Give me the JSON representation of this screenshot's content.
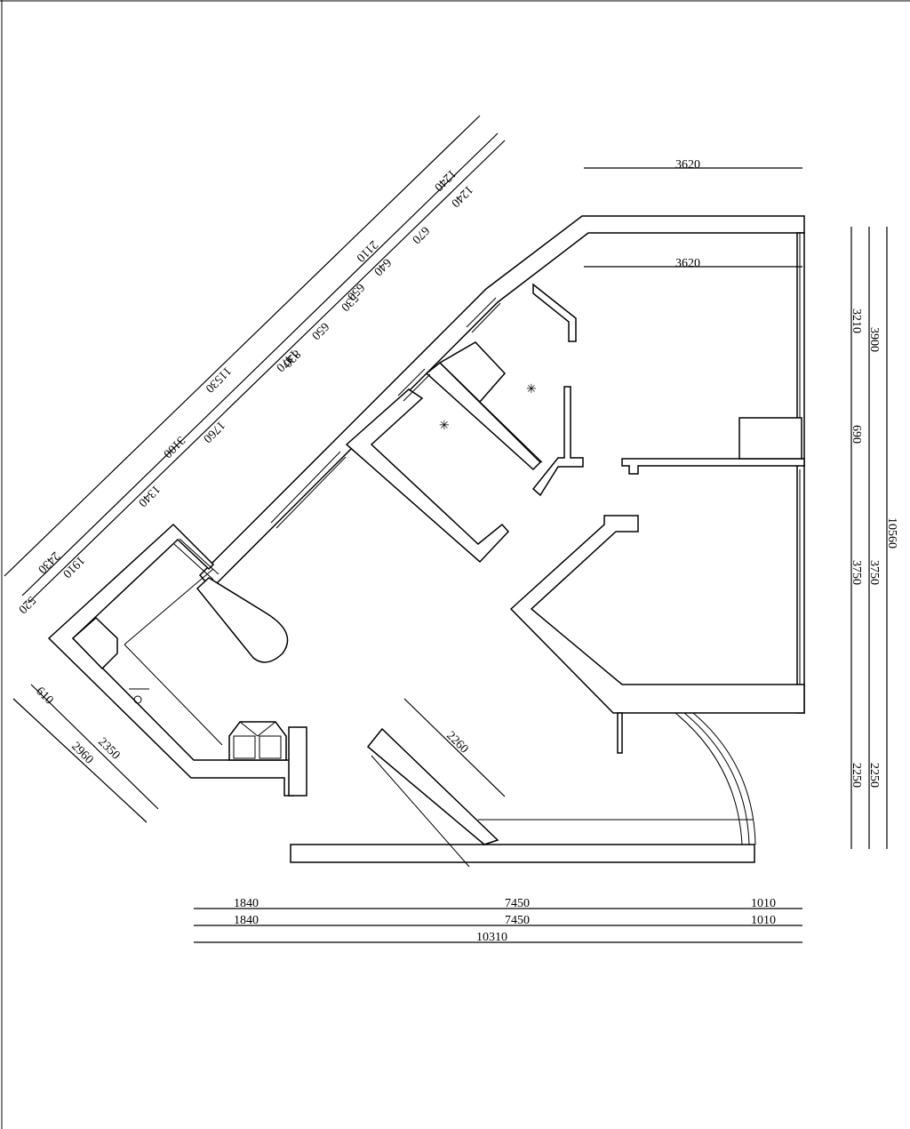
{
  "drawing": {
    "diagonal_dims": {
      "outer_total": "11530",
      "outer_left": "2430",
      "outer_mid": "3100",
      "outer_right_a": "2110",
      "outer_right_b": "1240",
      "mid_a": "1910",
      "mid_b": "1340",
      "mid_c": "1760",
      "mid_d": "1470",
      "mid_e": "650",
      "mid_f": "640",
      "mid_g": "670",
      "mid_h": "1240",
      "inner_a": "830",
      "inner_b": "650",
      "inner_c": "530",
      "inner_d": "520"
    },
    "left_dims": {
      "a": "610",
      "b": "2350",
      "c": "2960"
    },
    "top_dims": {
      "outer": "3620",
      "inner": "3620"
    },
    "right_dims": {
      "inner_1": "3210",
      "inner_2": "690",
      "inner_3": "3750",
      "inner_4": "2250",
      "outer_1": "3900",
      "outer_2": "3750",
      "outer_3": "2250",
      "total": "10560"
    },
    "bottom_dims": {
      "row1_a": "1840",
      "row1_b": "7450",
      "row1_c": "1010",
      "row2_a": "1840",
      "row2_b": "7450",
      "row2_c": "1010",
      "total": "10310"
    },
    "balcony_dim": "2260"
  }
}
